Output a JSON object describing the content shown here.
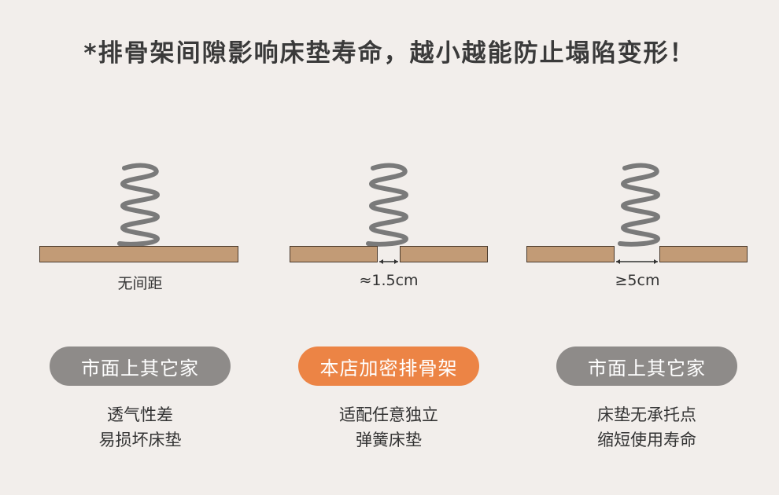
{
  "headline": "*排骨架间隙影响床垫寿命，越小越能防止塌陷变形！",
  "colors": {
    "background": "#f2eeeb",
    "board": "#c29b76",
    "board_border": "#4a3a2c",
    "spring": "#7a7a7a",
    "pill_gray": "#8e8b89",
    "pill_orange": "#ec8445"
  },
  "panels": [
    {
      "gap_label": "无间距",
      "badge": "市面上其它家",
      "badge_style": "gray",
      "desc_line1": "透气性差",
      "desc_line2": "易损坏床垫"
    },
    {
      "gap_label": "≈1.5cm",
      "badge": "本店加密排骨架",
      "badge_style": "orange",
      "desc_line1": "适配任意独立",
      "desc_line2": "弹簧床垫"
    },
    {
      "gap_label": "≥5cm",
      "badge": "市面上其它家",
      "badge_style": "gray",
      "desc_line1": "床垫无承托点",
      "desc_line2": "缩短使用寿命"
    }
  ]
}
